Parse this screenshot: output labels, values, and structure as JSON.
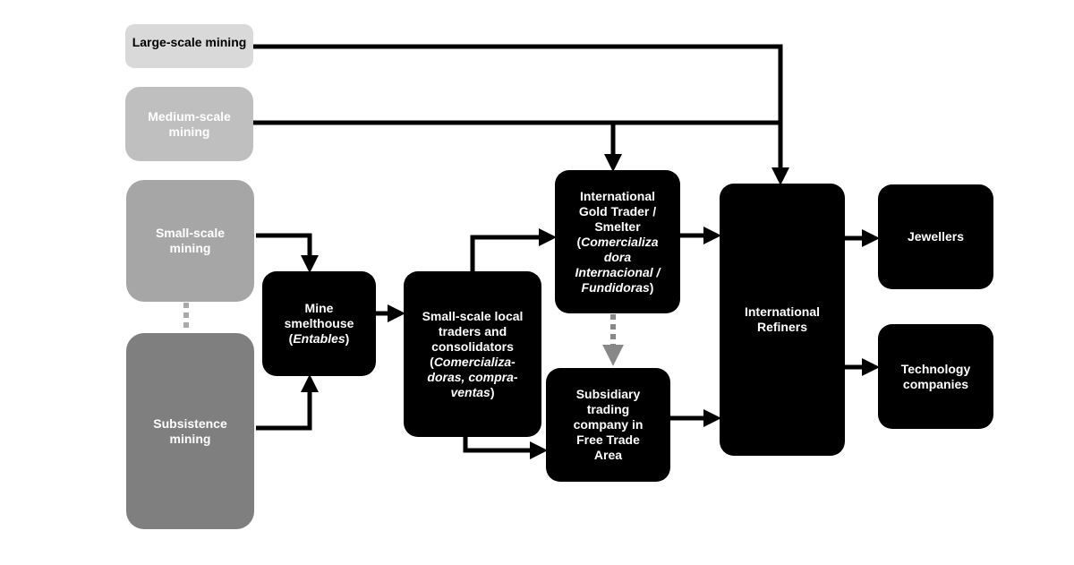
{
  "diagram": {
    "nodes": {
      "large_scale": {
        "label": "Large-scale mining",
        "color": "#d9d9d9"
      },
      "medium_scale": {
        "label": "Medium-scale mining",
        "color": "#bfbfbf"
      },
      "small_scale": {
        "label": "Small-scale mining",
        "color": "#a6a6a6"
      },
      "subsistence": {
        "label": "Subsistence mining",
        "color": "#7f7f7f"
      },
      "smelthouse": {
        "label": "Mine smelthouse",
        "note": "Entables"
      },
      "local_traders": {
        "label": "Small-scale local traders and consolidators",
        "note": "Comercializa-doras, compra-ventas"
      },
      "gold_trader": {
        "label": "International Gold Trader / Smelter",
        "note": "Comercializa dora Internacional / Fundidoras"
      },
      "subsidiary": {
        "label": "Subsidiary trading company in Free Trade Area"
      },
      "refiners": {
        "label": "International Refiners"
      },
      "jewellers": {
        "label": "Jewellers"
      },
      "technology": {
        "label": "Technology companies"
      }
    }
  }
}
